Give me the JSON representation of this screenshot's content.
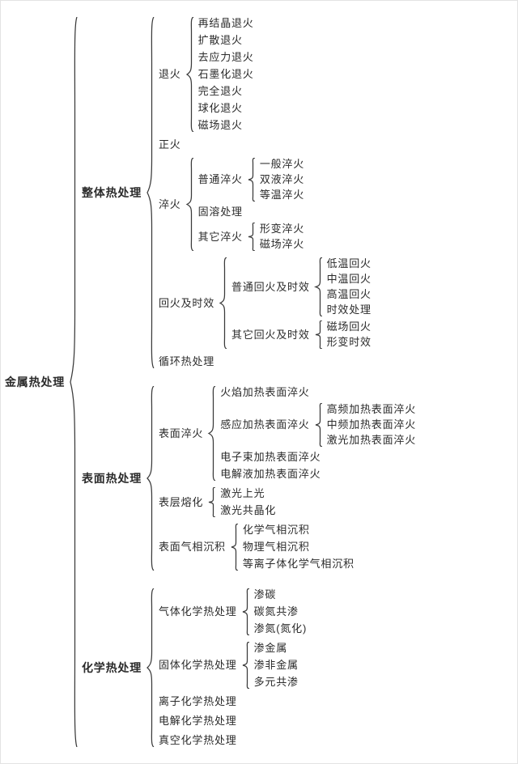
{
  "colors": {
    "text": "#2b2b2b",
    "line": "#3a3a3a",
    "background": "#ffffff"
  },
  "root": {
    "label": "金属热处理",
    "children": [
      {
        "label": "整体热处理",
        "children": [
          {
            "label": "退火",
            "children": [
              {
                "label": "再结晶退火"
              },
              {
                "label": "扩散退火"
              },
              {
                "label": "去应力退火"
              },
              {
                "label": "石墨化退火"
              },
              {
                "label": "完全退火"
              },
              {
                "label": "球化退火"
              },
              {
                "label": "磁场退火"
              }
            ]
          },
          {
            "label": "正火"
          },
          {
            "label": "淬火",
            "children": [
              {
                "label": "普通淬火",
                "children": [
                  {
                    "label": "一般淬火"
                  },
                  {
                    "label": "双液淬火"
                  },
                  {
                    "label": "等温淬火"
                  }
                ]
              },
              {
                "label": "固溶处理"
              },
              {
                "label": "其它淬火",
                "children": [
                  {
                    "label": "形变淬火"
                  },
                  {
                    "label": "磁场淬火"
                  }
                ]
              }
            ]
          },
          {
            "label": "回火及时效",
            "children": [
              {
                "label": "普通回火及时效",
                "children": [
                  {
                    "label": "低温回火"
                  },
                  {
                    "label": "中温回火"
                  },
                  {
                    "label": "高温回火"
                  },
                  {
                    "label": "时效处理"
                  }
                ]
              },
              {
                "label": "其它回火及时效",
                "children": [
                  {
                    "label": "磁场回火"
                  },
                  {
                    "label": "形变时效"
                  }
                ]
              }
            ]
          },
          {
            "label": "循环热处理"
          }
        ]
      },
      {
        "label": "表面热处理",
        "children": [
          {
            "label": "表面淬火",
            "children": [
              {
                "label": "火焰加热表面淬火"
              },
              {
                "label": "感应加热表面淬火",
                "children": [
                  {
                    "label": "高频加热表面淬火"
                  },
                  {
                    "label": "中频加热表面淬火"
                  },
                  {
                    "label": "激光加热表面淬火"
                  }
                ]
              },
              {
                "label": "电子束加热表面淬火"
              },
              {
                "label": "电解液加热表面淬火"
              }
            ]
          },
          {
            "label": "表层熔化",
            "children": [
              {
                "label": "激光上光"
              },
              {
                "label": "激光共晶化"
              }
            ]
          },
          {
            "label": "表面气相沉积",
            "children": [
              {
                "label": "化学气相沉积"
              },
              {
                "label": "物理气相沉积"
              },
              {
                "label": "等离子体化学气相沉积"
              }
            ]
          }
        ]
      },
      {
        "label": "化学热处理",
        "children": [
          {
            "label": "气体化学热处理",
            "children": [
              {
                "label": "渗碳"
              },
              {
                "label": "碳氮共渗"
              },
              {
                "label": "渗氮(氮化)"
              }
            ]
          },
          {
            "label": "固体化学热处理",
            "children": [
              {
                "label": "渗金属"
              },
              {
                "label": "渗非金属"
              },
              {
                "label": "多元共渗"
              }
            ]
          },
          {
            "label": "离子化学热处理"
          },
          {
            "label": "电解化学热处理"
          },
          {
            "label": "真空化学热处理"
          }
        ]
      }
    ]
  }
}
